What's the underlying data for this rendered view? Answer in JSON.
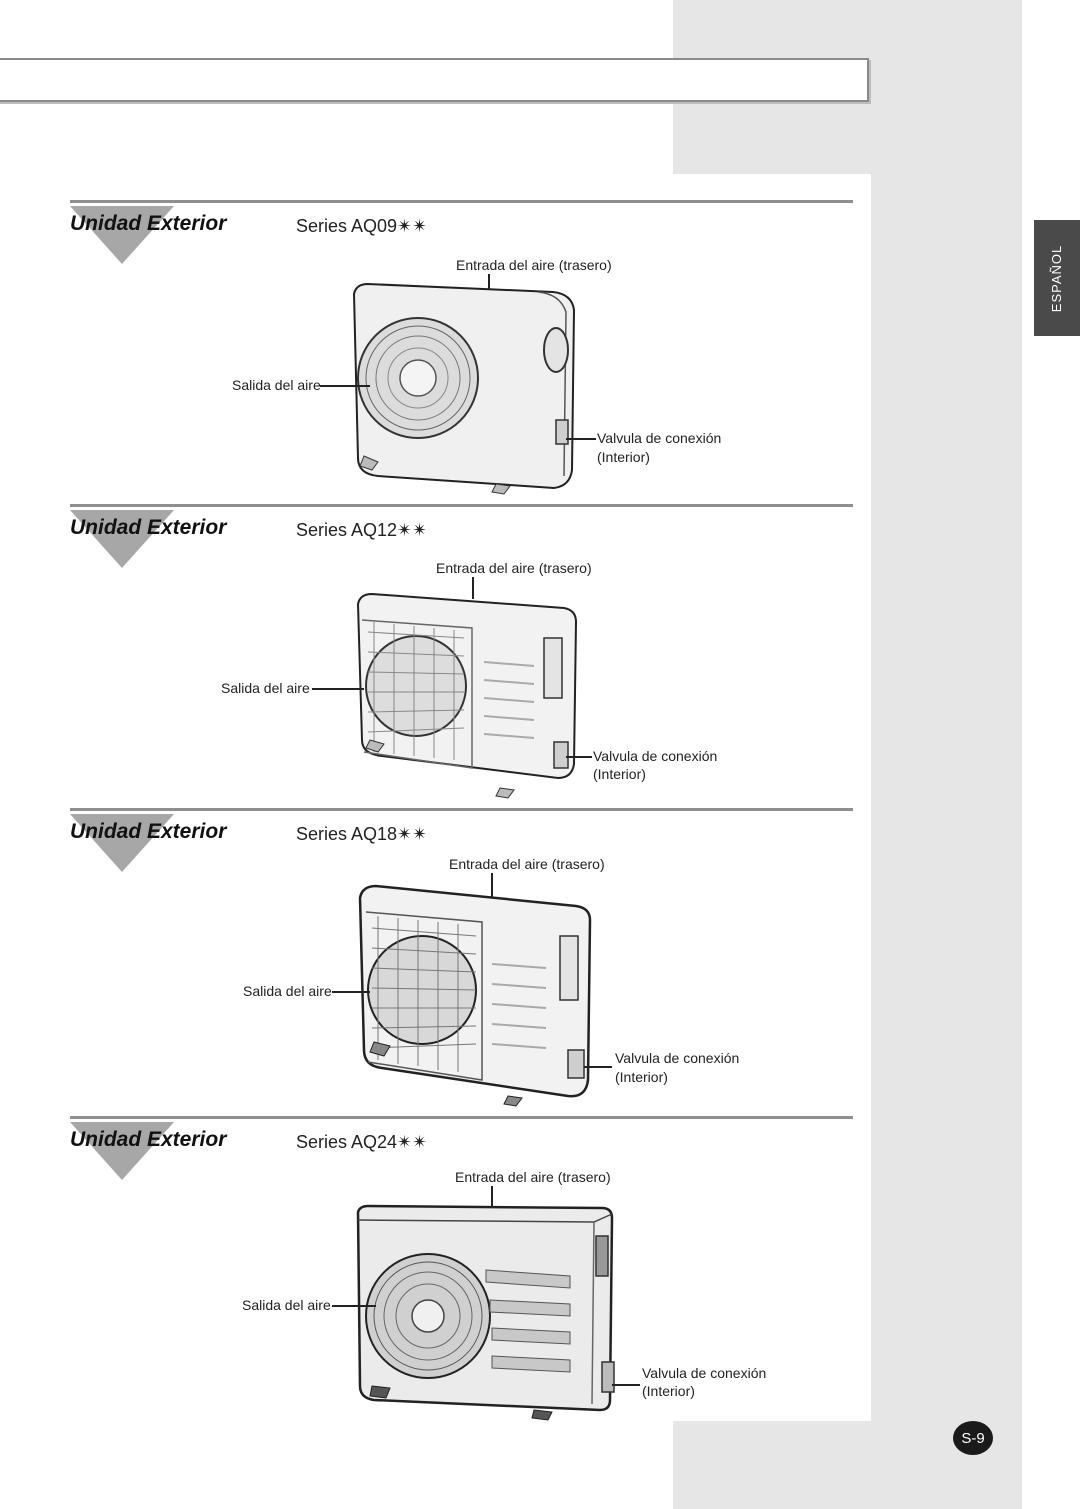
{
  "language_tab": "ESPAÑOL",
  "page_number": "S-9",
  "sections": [
    {
      "title": "Unidad Exterior",
      "series": "Series AQ09✴✴",
      "air_inlet": "Entrada del aire (trasero)",
      "air_outlet": "Salida del aire",
      "valve_line1": "Valvula de conexión",
      "valve_line2": "(Interior)"
    },
    {
      "title": "Unidad Exterior",
      "series": "Series AQ12✴✴",
      "air_inlet": "Entrada del aire (trasero)",
      "air_outlet": "Salida del aire",
      "valve_line1": "Valvula de conexión",
      "valve_line2": "(Interior)"
    },
    {
      "title": "Unidad Exterior",
      "series": "Series AQ18✴✴",
      "air_inlet": "Entrada del aire (trasero)",
      "air_outlet": "Salida del aire",
      "valve_line1": "Valvula de conexión",
      "valve_line2": "(Interior)"
    },
    {
      "title": "Unidad Exterior",
      "series": "Series AQ24✴✴",
      "air_inlet": "Entrada del aire (trasero)",
      "air_outlet": "Salida del aire",
      "valve_line1": "Valvula de conexión",
      "valve_line2": "(Interior)"
    }
  ]
}
